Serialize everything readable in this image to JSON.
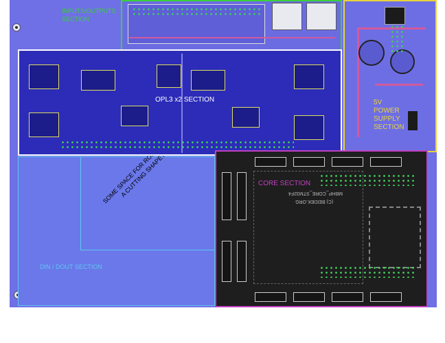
{
  "sections": {
    "io": {
      "label": "INPUTS/OUTPUTS SECTION",
      "color": "#3ad13a"
    },
    "psu": {
      "label": "5V POWER SUPPLY SECTION",
      "color": "#e8d43a"
    },
    "opl3": {
      "label": "OPL3 x2 SECTION",
      "color": "#ffffff"
    },
    "core": {
      "label": "CORE SECTION",
      "color": "#c040c0"
    },
    "din": {
      "label": "DIN / DOUT SECTION",
      "color": "#5ec8ee"
    },
    "spare": {
      "label": "SOME SPACE FOR ROUTES OR A CUTTING SHAPE?"
    }
  },
  "silkscreen": {
    "core_part": "MBHP_CORE_STM32F4",
    "core_rev": "(C) BEIDEK.ORG"
  }
}
